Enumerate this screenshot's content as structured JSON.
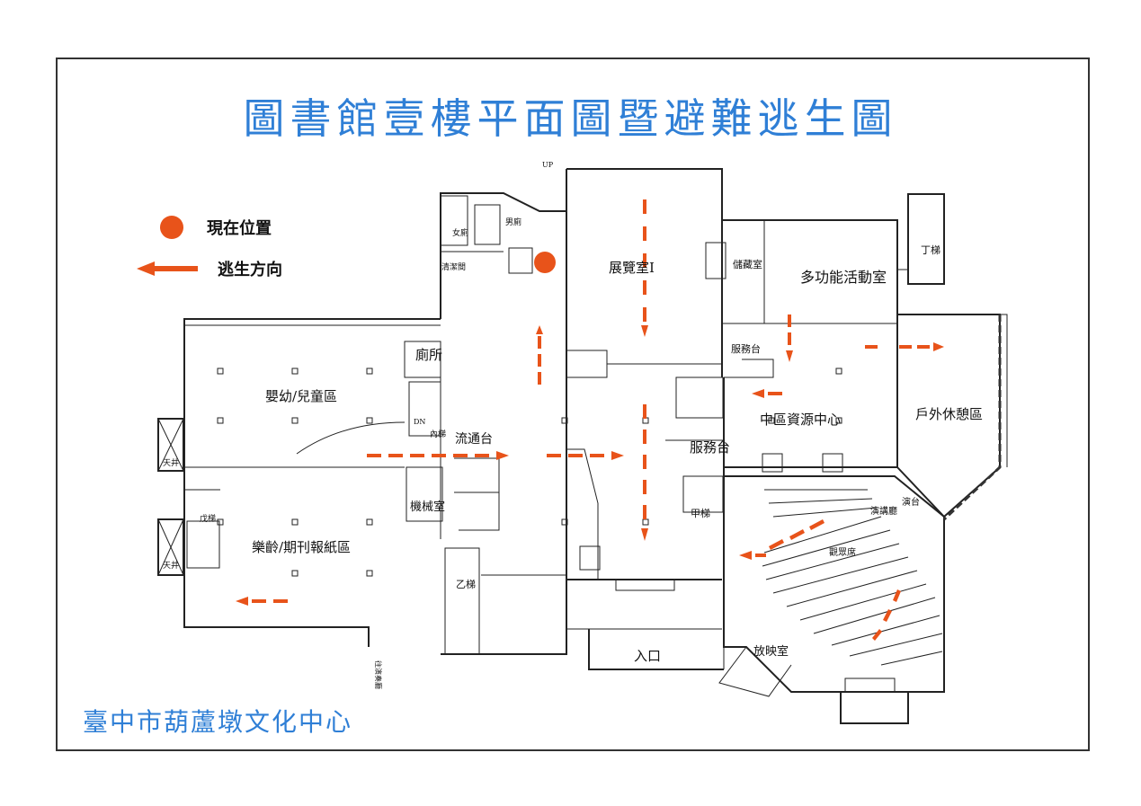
{
  "title": "圖書館壹樓平面圖暨避難逃生圖",
  "footer": "臺中市葫蘆墩文化中心",
  "legend": {
    "current_location": "現在位置",
    "escape_direction": "逃生方向"
  },
  "colors": {
    "title": "#2f7fd6",
    "marker": "#e8531a",
    "walls": "#222222"
  },
  "rooms": {
    "exhibition_room": "展覽室Ⅰ",
    "storage": "儲藏室",
    "multipurpose_room": "多功能活動室",
    "elevator_ding": "丁梯",
    "service_desk_east": "服務台",
    "resource_center": "中區資源中心",
    "outdoor_rest": "戶外休憩區",
    "toilet": "廁所",
    "children_area": "嬰幼/兒童區",
    "circulation_desk": "流通台",
    "service_desk": "服務台",
    "elevator_jia": "甲梯",
    "machine_room": "機械室",
    "skylight_1": "天井",
    "skylight_2": "天井",
    "elevator_wu": "戊梯",
    "periodicals": "樂齡/期刊報紙區",
    "elevator_yi": "乙梯",
    "auditorium": "觀眾席",
    "lecture_hall": "演講廳",
    "stage": "演台",
    "projection_room": "放映室",
    "entrance": "入口",
    "mens": "男廁",
    "womens": "女廁",
    "cleaning": "清潔間",
    "to_outside": "往演奏廳",
    "internal": "內梯",
    "up": "UP",
    "dn": "DN"
  }
}
